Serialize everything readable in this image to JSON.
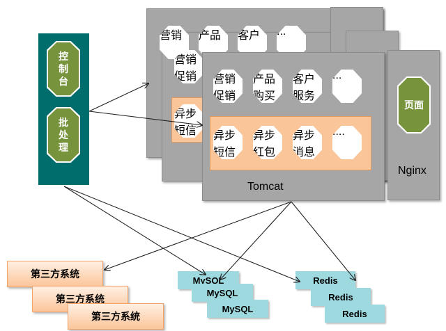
{
  "console": {
    "label_1": "控制台",
    "label_2": "批处理"
  },
  "tomcat": {
    "label": "Tomcat",
    "services": [
      "营销促销",
      "产品购买",
      "客户服务",
      "..."
    ],
    "async": [
      "异步短信",
      "异步红包",
      "异步消息",
      "...."
    ]
  },
  "back_cards": {
    "row1": [
      "营销",
      "产品",
      "客户",
      "..."
    ],
    "row2": [
      "营销促销",
      "异步短信"
    ]
  },
  "nginx": {
    "label": "Nginx",
    "page": "页面"
  },
  "third_party": [
    "第三方系统",
    "第三方系统",
    "第三方系统"
  ],
  "mysql": [
    "MySQL",
    "MySQL",
    "MySQL"
  ],
  "redis": [
    "Redis",
    "Redis",
    "Redis"
  ],
  "colors": {
    "green": "#77933c",
    "teal": "#006d6d",
    "gray": "#a6a6a6",
    "orange": "#fbc59a",
    "cyan": "#9fd9e0"
  }
}
